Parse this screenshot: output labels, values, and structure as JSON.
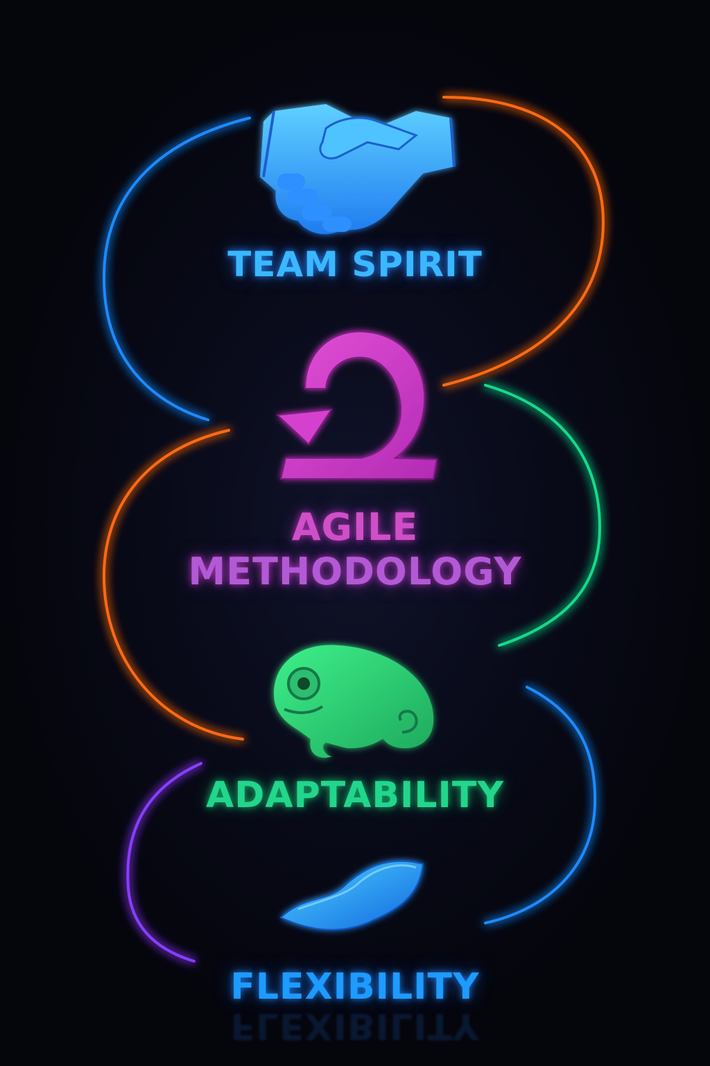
{
  "items": [
    {
      "label": "TEAM SPIRIT",
      "icon": "handshake-icon",
      "color": "#3ab8ff"
    },
    {
      "label_line1": "AGILE",
      "label_line2": "METHODOLOGY",
      "icon": "agile-cycle-arrow-icon",
      "color": "#d04fc8"
    },
    {
      "label": "ADAPTABILITY",
      "icon": "chameleon-icon",
      "color": "#22d68c"
    },
    {
      "label": "FLEXIBILITY",
      "icon": "wave-flexibility-icon",
      "color": "#1e9bff"
    }
  ],
  "ribbon_colors": {
    "blue": "#1e8bff",
    "orange": "#ff6a12",
    "green": "#19d98a",
    "purple": "#8a3cff"
  }
}
